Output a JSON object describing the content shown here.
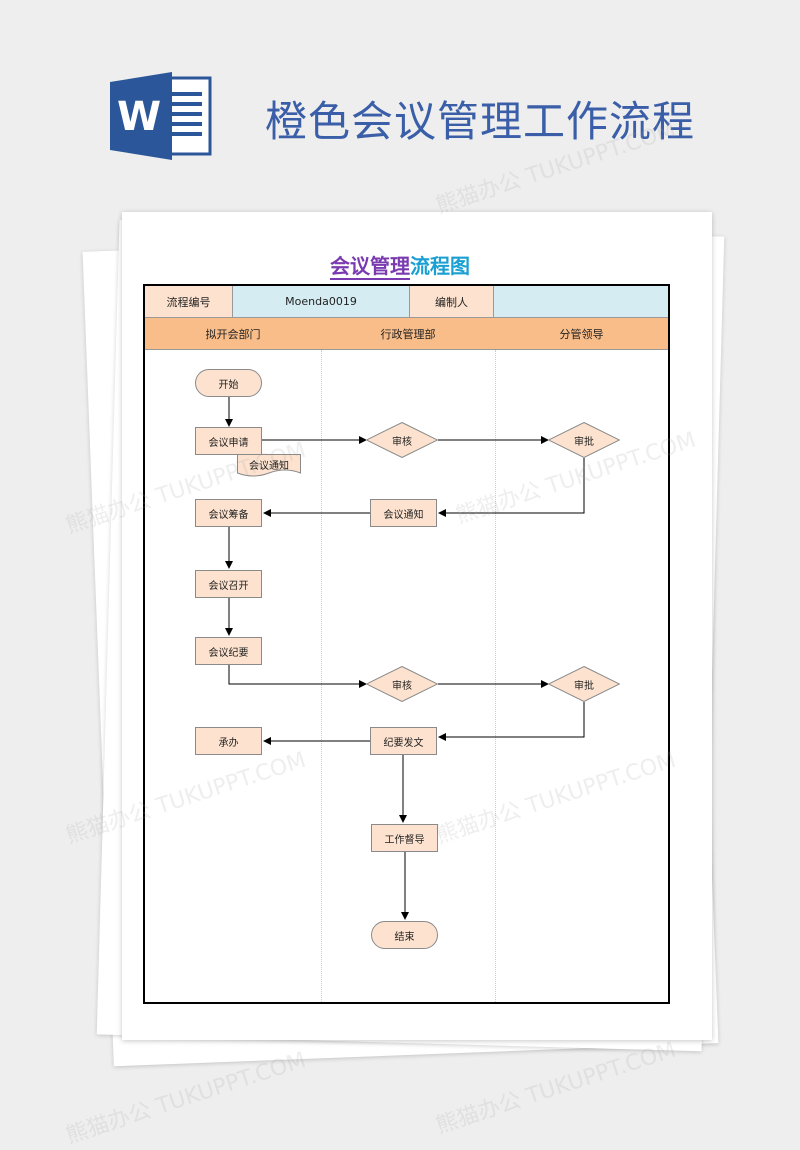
{
  "banner": {
    "title": "橙色会议管理工作流程",
    "logo_letter": "W"
  },
  "document": {
    "title_part1": "会议管理",
    "title_part2": "流程图",
    "header": {
      "label_process_no": "流程编号",
      "process_no": "Moenda0019",
      "label_author": "编制人",
      "author": ""
    },
    "lanes": [
      "拟开会部门",
      "行政管理部",
      "分管领导"
    ],
    "nodes": {
      "start": "开始",
      "apply": "会议申请",
      "notice_doc": "会议通知",
      "review1": "审核",
      "approve1": "审批",
      "notice": "会议通知",
      "prepare": "会议筹备",
      "convene": "会议召开",
      "minutes": "会议纪要",
      "review2": "审核",
      "approve2": "审批",
      "publish": "纪要发文",
      "handle": "承办",
      "supervise": "工作督导",
      "end": "结束"
    }
  },
  "watermark": "熊猫办公 TUKUPPT.COM",
  "colors": {
    "lane_header": "#f9bd89",
    "header_cell": "#fde3cf",
    "header_value": "#d6ecf3",
    "node_fill": "#fde3cf",
    "banner_title": "#3a5ea7",
    "word_blue": "#2b579a"
  }
}
